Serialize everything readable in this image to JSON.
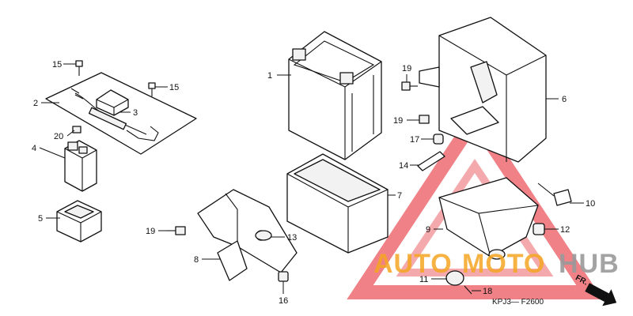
{
  "callouts": [
    {
      "id": "c1",
      "label": "1"
    },
    {
      "id": "c2",
      "label": "2"
    },
    {
      "id": "c3",
      "label": "3"
    },
    {
      "id": "c4",
      "label": "4"
    },
    {
      "id": "c5",
      "label": "5"
    },
    {
      "id": "c6",
      "label": "6"
    },
    {
      "id": "c7",
      "label": "7"
    },
    {
      "id": "c8",
      "label": "8"
    },
    {
      "id": "c9",
      "label": "9"
    },
    {
      "id": "c10",
      "label": "10"
    },
    {
      "id": "c11",
      "label": "11"
    },
    {
      "id": "c12",
      "label": "12"
    },
    {
      "id": "c13",
      "label": "13"
    },
    {
      "id": "c14",
      "label": "14"
    },
    {
      "id": "c15a",
      "label": "15"
    },
    {
      "id": "c15b",
      "label": "15"
    },
    {
      "id": "c16",
      "label": "16"
    },
    {
      "id": "c17",
      "label": "17"
    },
    {
      "id": "c18",
      "label": "18"
    },
    {
      "id": "c19a",
      "label": "19"
    },
    {
      "id": "c19b",
      "label": "19"
    },
    {
      "id": "c19c",
      "label": "19"
    },
    {
      "id": "c20",
      "label": "20"
    }
  ],
  "diagram_code": "KPJ3— F2600",
  "front_arrow": {
    "label": "FR."
  },
  "watermark": {
    "text_part1": "AUTO",
    "text_part2": "MOTO",
    "text_part3": "HUB",
    "color_orange": "#f5a623",
    "color_red": "#e8474f",
    "color_gray": "#9a9a9a"
  }
}
